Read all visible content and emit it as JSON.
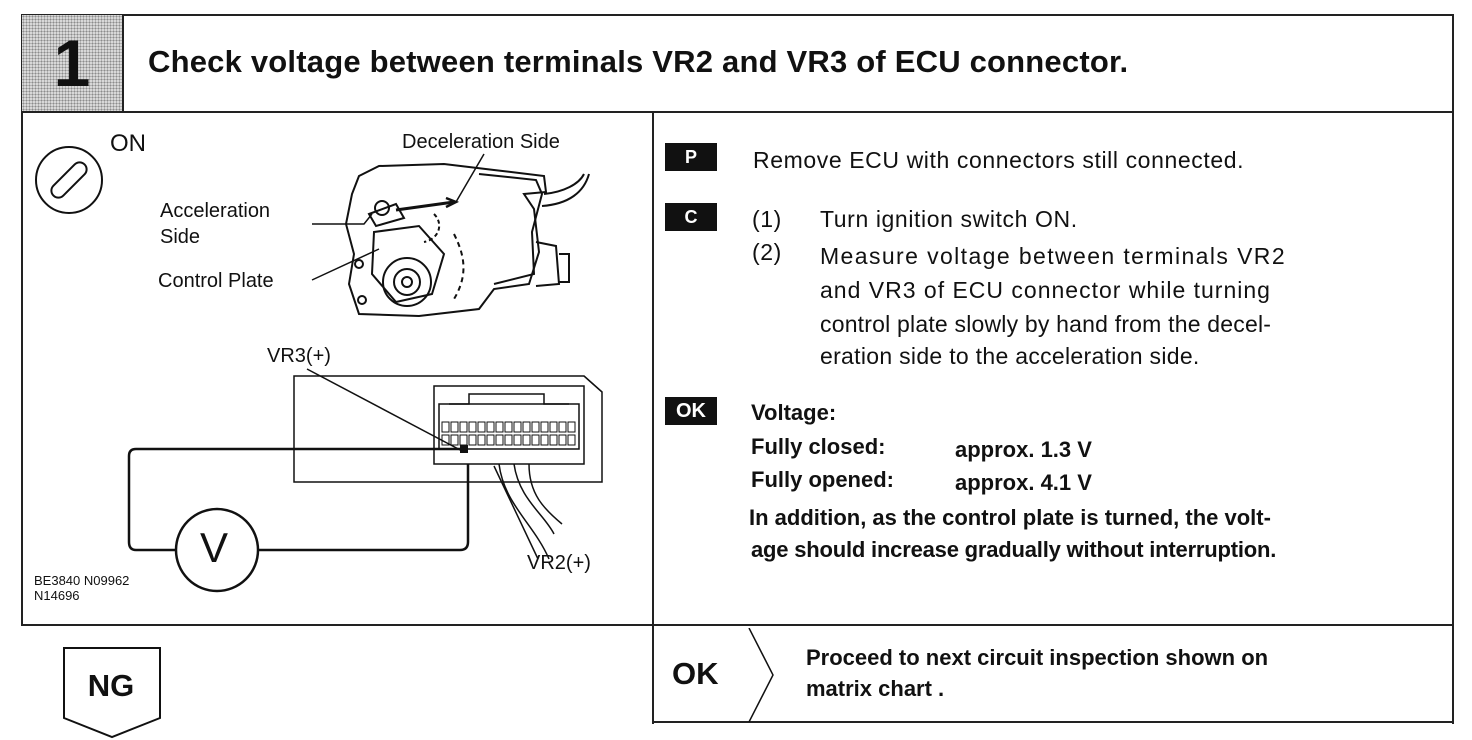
{
  "step": {
    "number": "1"
  },
  "title": "Check voltage between terminals VR2 and VR3 of ECU connector.",
  "diagram": {
    "ignition_label": "ON",
    "deceleration_label": "Deceleration Side",
    "acceleration_label_line1": "Acceleration",
    "acceleration_label_line2": "Side",
    "control_plate_label": "Control Plate",
    "vr3_label": "VR3(+)",
    "vr2_label": "VR2(+)",
    "voltmeter_symbol": "V",
    "ref_code_line1": "BE3840 N09962",
    "ref_code_line2": "N14696"
  },
  "instructions": {
    "prep_code": "P",
    "prep_text": "Remove ECU with connectors still connected.",
    "cond_code": "C",
    "cond_items": [
      {
        "num": "(1)",
        "lines": [
          "Turn ignition switch ON."
        ]
      },
      {
        "num": "(2)",
        "lines": [
          "Measure voltage between terminals VR2",
          "and VR3 of ECU connector while turning",
          "control plate slowly by hand from the decel-",
          "eration side to the acceleration side."
        ]
      }
    ],
    "ok_code": "OK",
    "spec_heading": "Voltage:",
    "spec_rows": [
      {
        "label": "Fully closed:",
        "value": "approx. 1.3 V"
      },
      {
        "label": "Fully opened:",
        "value": "approx. 4.1 V"
      }
    ],
    "note_lines": [
      "In addition, as the control plate is turned, the volt-",
      "age should increase gradually without interruption."
    ]
  },
  "results": {
    "ng_label": "NG",
    "ok_label": "OK",
    "ok_action_line1": "Proceed to next circuit inspection shown on",
    "ok_action_line2": "matrix chart ."
  }
}
